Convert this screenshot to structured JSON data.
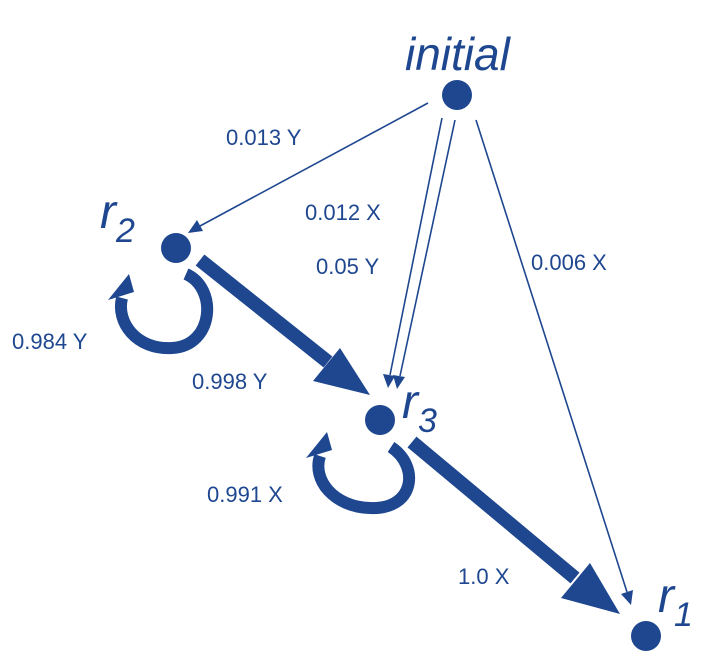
{
  "colors": {
    "primary": "#1e4790",
    "background": "#ffffff"
  },
  "nodes": {
    "initial": {
      "label": "initial"
    },
    "r2": {
      "label": "r",
      "subscript": "2"
    },
    "r3": {
      "label": "r",
      "subscript": "3"
    },
    "r1": {
      "label": "r",
      "subscript": "1"
    }
  },
  "edges": {
    "initial_r2": {
      "from": "initial",
      "to": "r2",
      "label": "0.013 Y"
    },
    "initial_r3_x": {
      "from": "initial",
      "to": "r3",
      "label": "0.012 X"
    },
    "initial_r3_y": {
      "from": "initial",
      "to": "r3",
      "label": "0.05 Y"
    },
    "initial_r1": {
      "from": "initial",
      "to": "r1",
      "label": "0.006 X"
    },
    "r2_loop": {
      "from": "r2",
      "to": "r2",
      "label": "0.984 Y"
    },
    "r2_r3": {
      "from": "r2",
      "to": "r3",
      "label": "0.998 Y"
    },
    "r3_loop": {
      "from": "r3",
      "to": "r3",
      "label": "0.991 X"
    },
    "r3_r1": {
      "from": "r3",
      "to": "r1",
      "label": "1.0 X"
    }
  }
}
